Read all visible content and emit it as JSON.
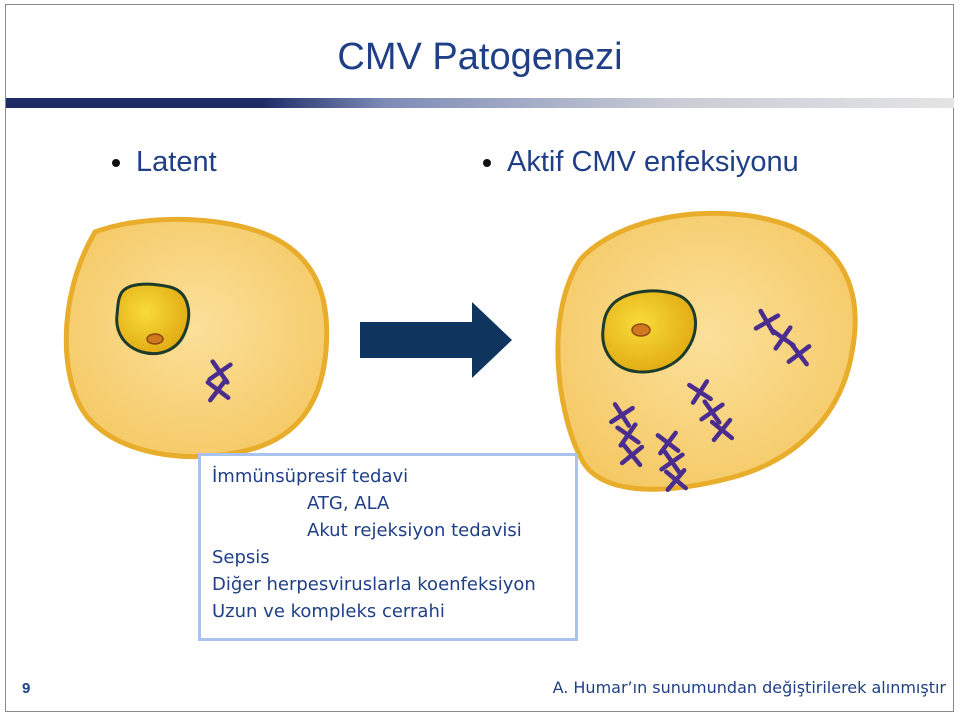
{
  "slide": {
    "title": "CMV Patogenezi",
    "page_number": "9",
    "source": "A. Humar’ın sunumundan değiştirilerek alınmıştır"
  },
  "bullets": {
    "latent": "Latent",
    "active": "Aktif CMV enfeksiyonu"
  },
  "factors": {
    "lines": [
      "İmmünsüpresif tedavi",
      "ATG, ALA",
      "Akut rejeksiyon tedavisi",
      "Sepsis",
      "Diğer herpesviruslarla koenfeksiyon",
      "Uzun ve kompleks cerrahi"
    ]
  },
  "colors": {
    "title": "#1f3f86",
    "cell_fill": "#f8d37a",
    "cell_edge": "#e9ad2c",
    "nucleus": "#f0c419",
    "virus": "#4a2d8e",
    "arrow": "#0f355f",
    "box_border": "#a9c2ee"
  }
}
